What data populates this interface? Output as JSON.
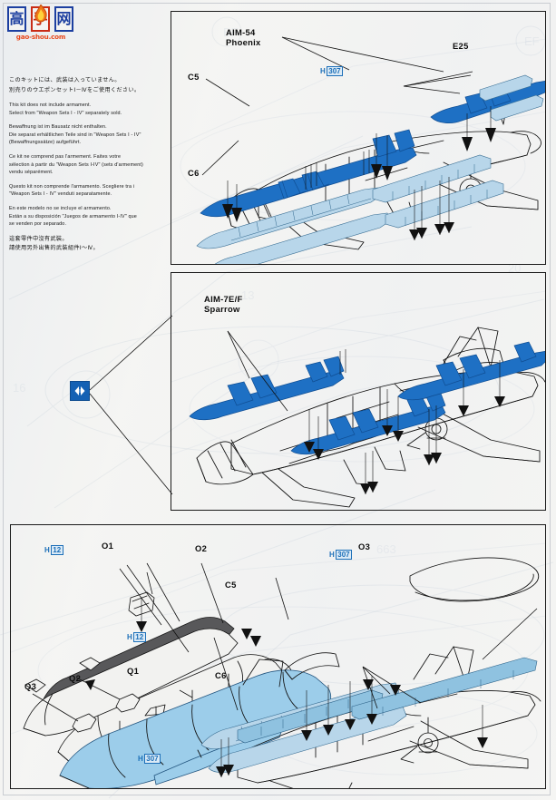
{
  "document": {
    "type": "model-kit-instruction-sheet",
    "subject": "F-14 Tomcat weapons / external stores",
    "page_background": "#f4f4f2"
  },
  "logo": {
    "char1": "高",
    "char2": "手",
    "char3": "网",
    "url": "gao-shou.com",
    "frame_color": "#1c3fa0",
    "url_color": "#e8491d"
  },
  "notice": {
    "japanese": [
      "このキットには、武装は入っていません。",
      "別売りのウエポンセットⅠ－Ⅳをご使用ください。"
    ],
    "english": [
      "This kit does not include armament.",
      "Select from \"Weapon Sets I - IV\" separately  sold."
    ],
    "german": [
      "Bewaffnung ist im Bausatz nicht enthalten.",
      "Die separat erhältlichen Teile sind in \"Weapon Sets I - IV\"",
      "(Bewaffnungssätze) aufgeführt."
    ],
    "french": [
      "Ce kit ne comprend pas l'armement. Faites votre",
      "sélection à partir du \"Weapon Sets I-IV\" (sets d'armement)",
      "vendu séparément."
    ],
    "italian": [
      "Questo kit non comprende l'armamento.    Scegliere tra i",
      "\"Weapon Sets I - IV\" venduti separatamente."
    ],
    "spanish": [
      "En este modelo no se incluye el armamento.",
      "Están a su disposición \"Juegos de armamento I-IV\" que",
      "se venden por separado."
    ],
    "chinese": [
      "這套零件中沒有武裝。",
      "請使用另外出售的武裝組件Ⅰ～Ⅳ。"
    ]
  },
  "panels": {
    "top": {
      "name": "aim-54-phoenix-loadout",
      "labels": [
        {
          "id": "aim54",
          "text_line1": "AIM-54",
          "text_line2": "Phoenix"
        },
        {
          "id": "e25",
          "text": "E25"
        },
        {
          "id": "c5",
          "text": "C5"
        },
        {
          "id": "c6",
          "text": "C6"
        }
      ],
      "paint_codes": [
        {
          "prefix": "H",
          "number": "307"
        }
      ]
    },
    "mid": {
      "name": "aim-7-sparrow-loadout",
      "labels": [
        {
          "id": "aim7",
          "text_line1": "AIM-7E/F",
          "text_line2": "Sparrow"
        }
      ],
      "paint_codes": []
    },
    "bottom": {
      "name": "fuel-tank-and-pylon-assembly",
      "labels": [
        {
          "id": "o1",
          "text": "O1"
        },
        {
          "id": "o2",
          "text": "O2"
        },
        {
          "id": "o3",
          "text": "O3"
        },
        {
          "id": "c5",
          "text": "C5"
        },
        {
          "id": "c6",
          "text": "C6"
        },
        {
          "id": "q1",
          "text": "Q1"
        },
        {
          "id": "q2",
          "text": "Q2"
        },
        {
          "id": "q3",
          "text": "Q3"
        }
      ],
      "paint_codes": [
        {
          "prefix": "H",
          "number": "12"
        },
        {
          "prefix": "H",
          "number": "12"
        },
        {
          "prefix": "H",
          "number": "307"
        },
        {
          "prefix": "H",
          "number": "307"
        }
      ]
    }
  },
  "icons": {
    "mirror": {
      "name": "mirror-both-sides-icon",
      "color": "#1461b4"
    }
  },
  "colors": {
    "missile_blue": "#1e70c4",
    "part_light_blue": "#b8d6ea",
    "tank_blue": "#9ccdea",
    "paint_badge_blue": "#1c6fb8",
    "grey_part": "#58585a",
    "line": "#111111"
  }
}
